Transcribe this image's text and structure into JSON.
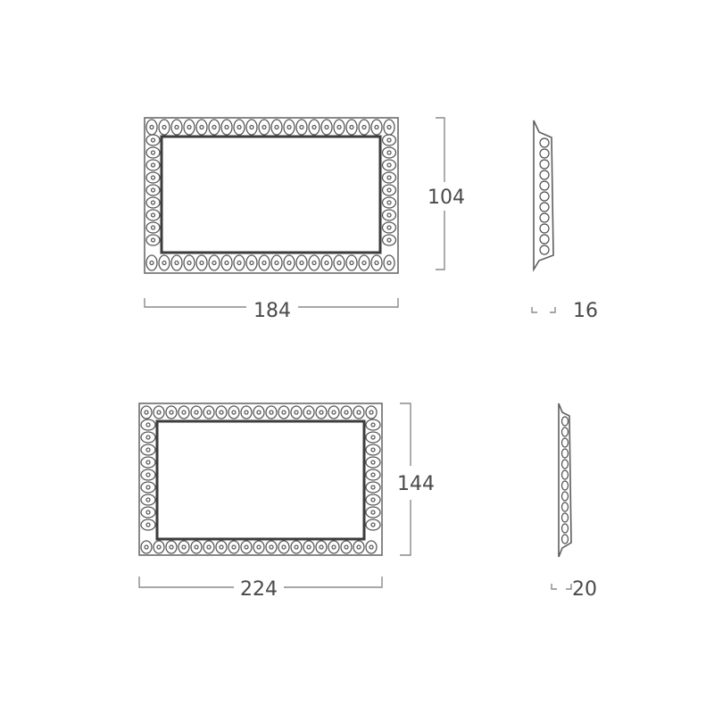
{
  "mirror_small": {
    "width_label": "184",
    "height_label": "104",
    "depth_label": "16"
  },
  "mirror_large": {
    "width_label": "224",
    "height_label": "144",
    "depth_label": "20"
  },
  "colors": {
    "frame": "#5a5a5a",
    "dimension_line": "#8a8a8a",
    "text": "#4a4a4a"
  }
}
